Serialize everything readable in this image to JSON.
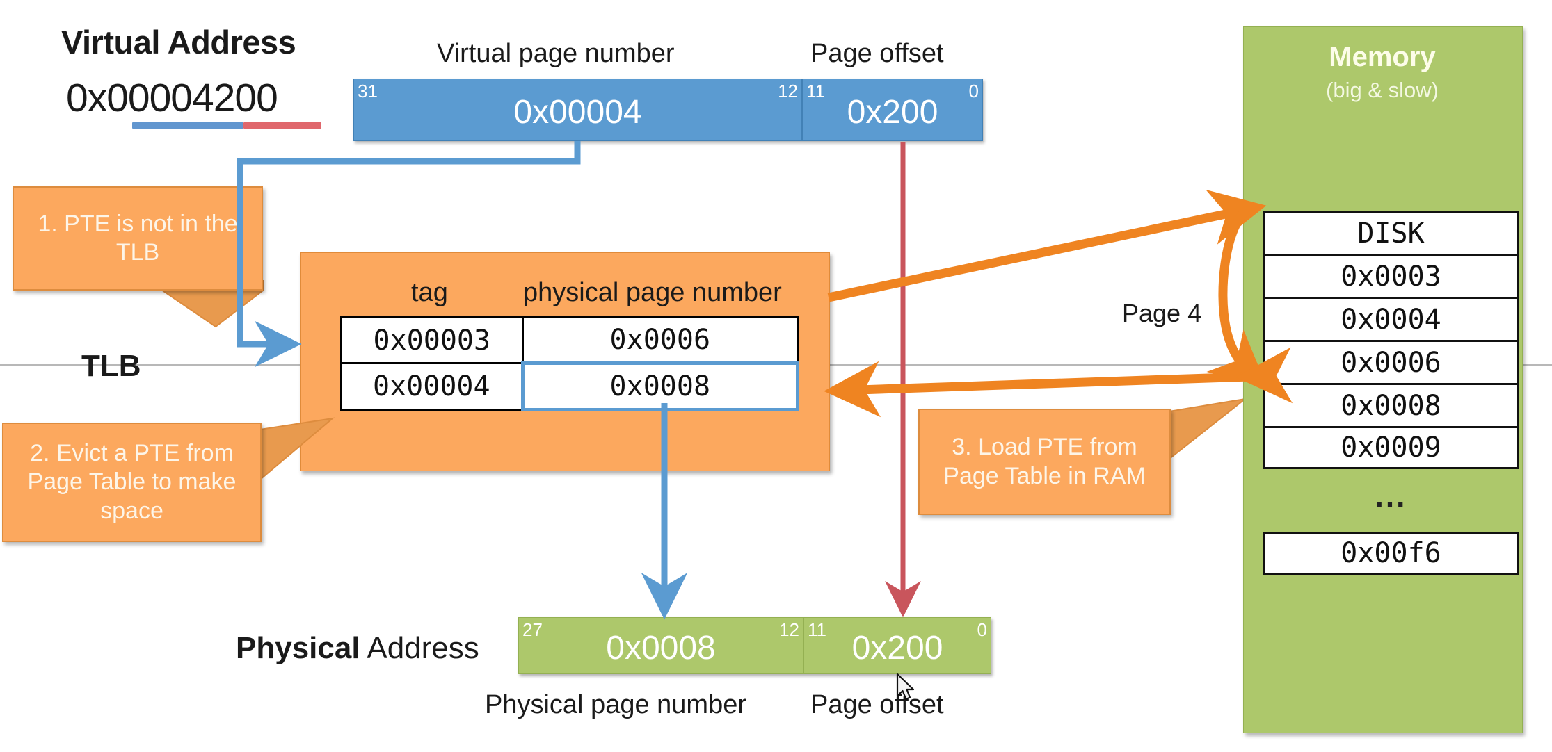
{
  "virtual_address": {
    "title": "Virtual Address",
    "value": "0x00004200",
    "vpn_caption": "Virtual page number",
    "offset_caption": "Page offset",
    "vpn_value": "0x00004",
    "offset_value": "0x200",
    "vpn_bit_hi": "31",
    "vpn_bit_lo": "12",
    "offset_bit_hi": "11",
    "offset_bit_lo": "0"
  },
  "tlb": {
    "label": "TLB",
    "header_tag": "tag",
    "header_ppn": "physical page number",
    "rows": [
      {
        "tag": "0x00003",
        "ppn": "0x0006",
        "highlighted": false
      },
      {
        "tag": "0x00004",
        "ppn": "0x0008",
        "highlighted": true
      }
    ]
  },
  "callouts": [
    {
      "id": "1",
      "text": "1. PTE is not in the TLB"
    },
    {
      "id": "2",
      "text": "2. Evict a PTE from Page Table to make space"
    },
    {
      "id": "3",
      "text": "3. Load PTE from Page Table in RAM"
    }
  ],
  "memory": {
    "title": "Memory",
    "subtitle": "(big & slow)",
    "page_label": "Page 4",
    "entries": [
      "DISK",
      "0x0003",
      "0x0004",
      "0x0006",
      "0x0008",
      "0x0009"
    ],
    "ellipsis": "...",
    "tail_entry": "0x00f6"
  },
  "physical_address": {
    "title_bold": "Physical",
    "title_rest": " Address",
    "ppn_value": "0x0008",
    "offset_value": "0x200",
    "ppn_bit_hi": "27",
    "ppn_bit_lo": "12",
    "offset_bit_hi": "11",
    "offset_bit_lo": "0",
    "ppn_caption": "Physical page number",
    "offset_caption": "Page offset"
  },
  "colors": {
    "blue": "#5b9bd1",
    "orange": "#fca85e",
    "orange_arrow": "#ef8421",
    "green": "#adc86b",
    "red": "#c9555c",
    "divider": "#b8b8b8"
  },
  "cursor": {
    "icon": "mouse-pointer"
  }
}
